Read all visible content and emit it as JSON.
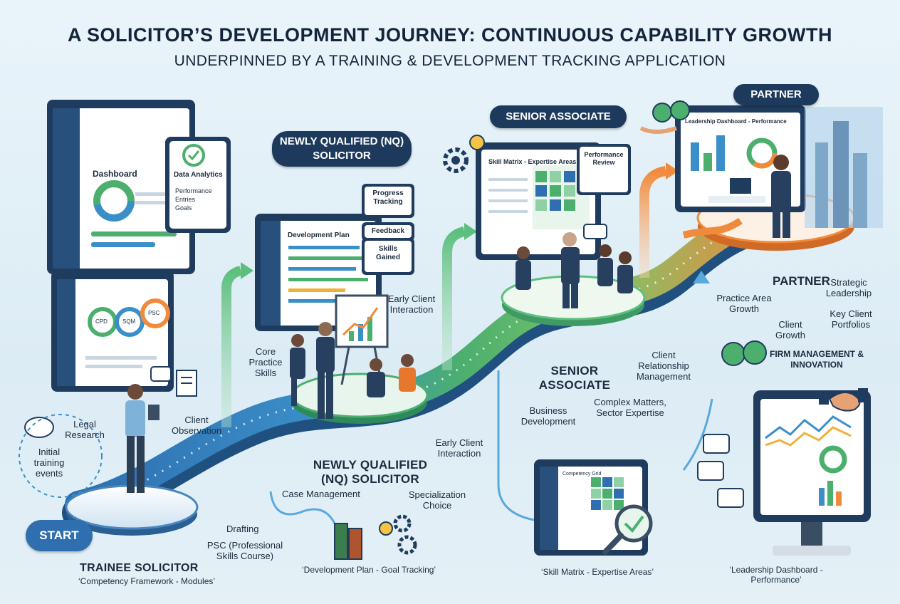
{
  "title": "A SOLICITOR’S DEVELOPMENT JOURNEY: CONTINUOUS CAPABILITY GROWTH",
  "subtitle": "UNDERPINNED BY A TRAINING & DEVELOPMENT TRACKING APPLICATION",
  "start_label": "START",
  "stage_badges": {
    "nq": "NEWLY QUALIFIED (NQ) SOLICITOR",
    "senior": "SENIOR ASSOCIATE",
    "partner": "PARTNER"
  },
  "screens": {
    "dashboard": "Dashboard",
    "data_analytics": "Data Analytics",
    "analytics_items": [
      "Performance",
      "Entries",
      "Goals"
    ],
    "competency_rings": [
      "CPD",
      "SQM",
      "PSC"
    ],
    "development_plan": "Development Plan",
    "progress_tracking": "Progress Tracking",
    "feedback": "Feedback",
    "skills_gained": "Skills Gained",
    "skill_matrix": "Skill Matrix - Expertise Areas",
    "performance_review": "Performance Review",
    "leadership_dashboard": "Leadership Dashboard - Performance",
    "competency_grid": "Competency Grid"
  },
  "trainee": {
    "heading": "TRAINEE SOLICITOR",
    "caption": "‘Competency Framework - Modules’",
    "skills": [
      "Legal Research",
      "Initial training events",
      "Client Observation",
      "Drafting",
      "PSC (Professional Skills Course)"
    ]
  },
  "nq": {
    "heading": "NEWLY QUALIFIED (NQ) SOLICITOR",
    "caption": "‘Development Plan - Goal Tracking’",
    "skills": [
      "Core Practice Skills",
      "Early Client Interaction",
      "Case Management",
      "Early Client Interaction",
      "Specialization Choice"
    ]
  },
  "senior": {
    "heading": "SENIOR ASSOCIATE",
    "caption": "‘Skill Matrix - Expertise Areas’",
    "skills": [
      "Client Relationship Management",
      "Complex Matters, Sector Expertise",
      "Business Development"
    ]
  },
  "partner": {
    "heading": "PARTNER",
    "caption": "‘Leadership Dashboard - Performance’",
    "skills": [
      "Strategic Leadership",
      "Practice Area Growth",
      "Client Growth",
      "Key Client Portfolios",
      "FIRM MANAGEMENT & INNOVATION"
    ]
  },
  "colors": {
    "path_blue": "#2f6fb0",
    "path_green": "#4caf6e",
    "path_orange": "#f08a3c",
    "navy": "#1d3a5c"
  }
}
